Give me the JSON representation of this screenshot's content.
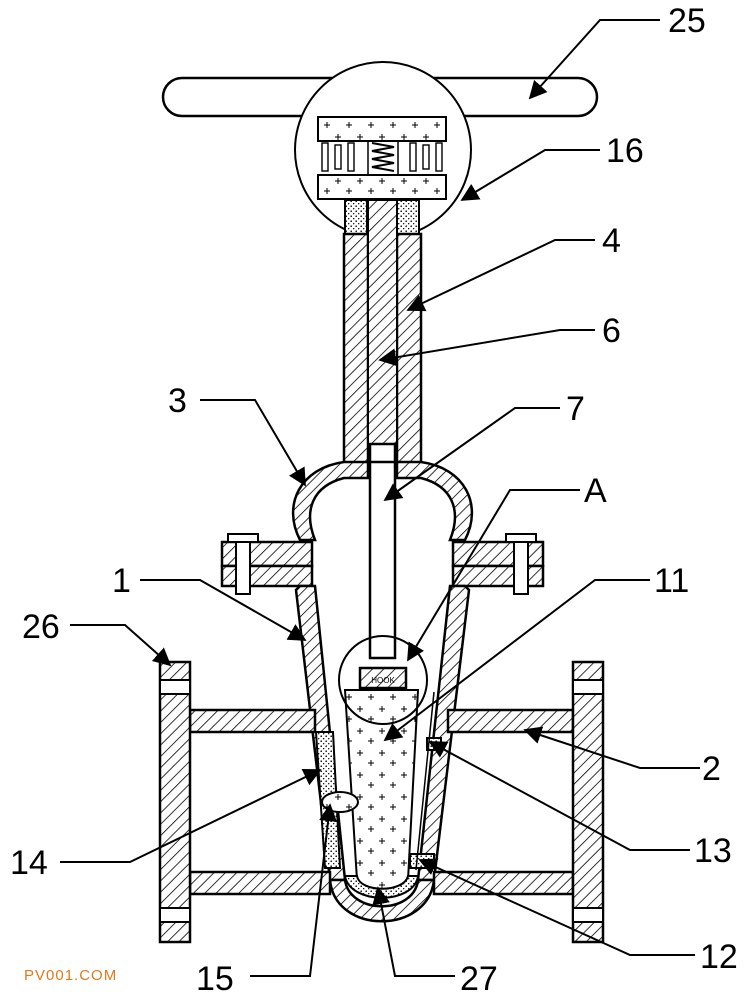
{
  "labels": {
    "l25": "25",
    "l16": "16",
    "l4": "4",
    "l6": "6",
    "l3": "3",
    "l7": "7",
    "lA": "A",
    "l1": "1",
    "l11": "11",
    "l26": "26",
    "l2": "2",
    "l13": "13",
    "l14": "14",
    "l12": "12",
    "l15": "15",
    "l27": "27"
  },
  "watermark": "PV001.COM",
  "detail_inset_text": "HOOK"
}
